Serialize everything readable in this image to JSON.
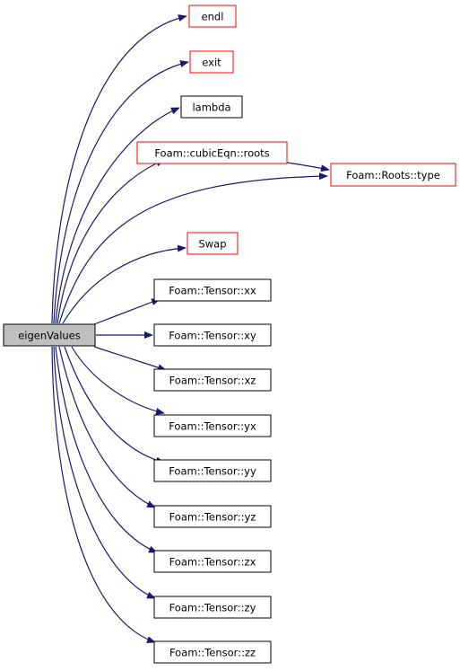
{
  "graph": {
    "root": {
      "label": "eigenValues"
    },
    "nodes": {
      "endl": {
        "label": "endl"
      },
      "exit": {
        "label": "exit"
      },
      "lambda": {
        "label": "lambda"
      },
      "cubic_roots": {
        "label": "Foam::cubicEqn::roots"
      },
      "roots_type": {
        "label": "Foam::Roots::type"
      },
      "swap": {
        "label": "Swap"
      },
      "xx": {
        "label": "Foam::Tensor::xx"
      },
      "xy": {
        "label": "Foam::Tensor::xy"
      },
      "xz": {
        "label": "Foam::Tensor::xz"
      },
      "yx": {
        "label": "Foam::Tensor::yx"
      },
      "yy": {
        "label": "Foam::Tensor::yy"
      },
      "yz": {
        "label": "Foam::Tensor::yz"
      },
      "zx": {
        "label": "Foam::Tensor::zx"
      },
      "zy": {
        "label": "Foam::Tensor::zy"
      },
      "zz": {
        "label": "Foam::Tensor::zz"
      }
    }
  },
  "colors": {
    "edge": "#191970",
    "root_fill": "#bfbfbf",
    "border_documented": "#000000",
    "border_undocumented": "#ff0000"
  }
}
